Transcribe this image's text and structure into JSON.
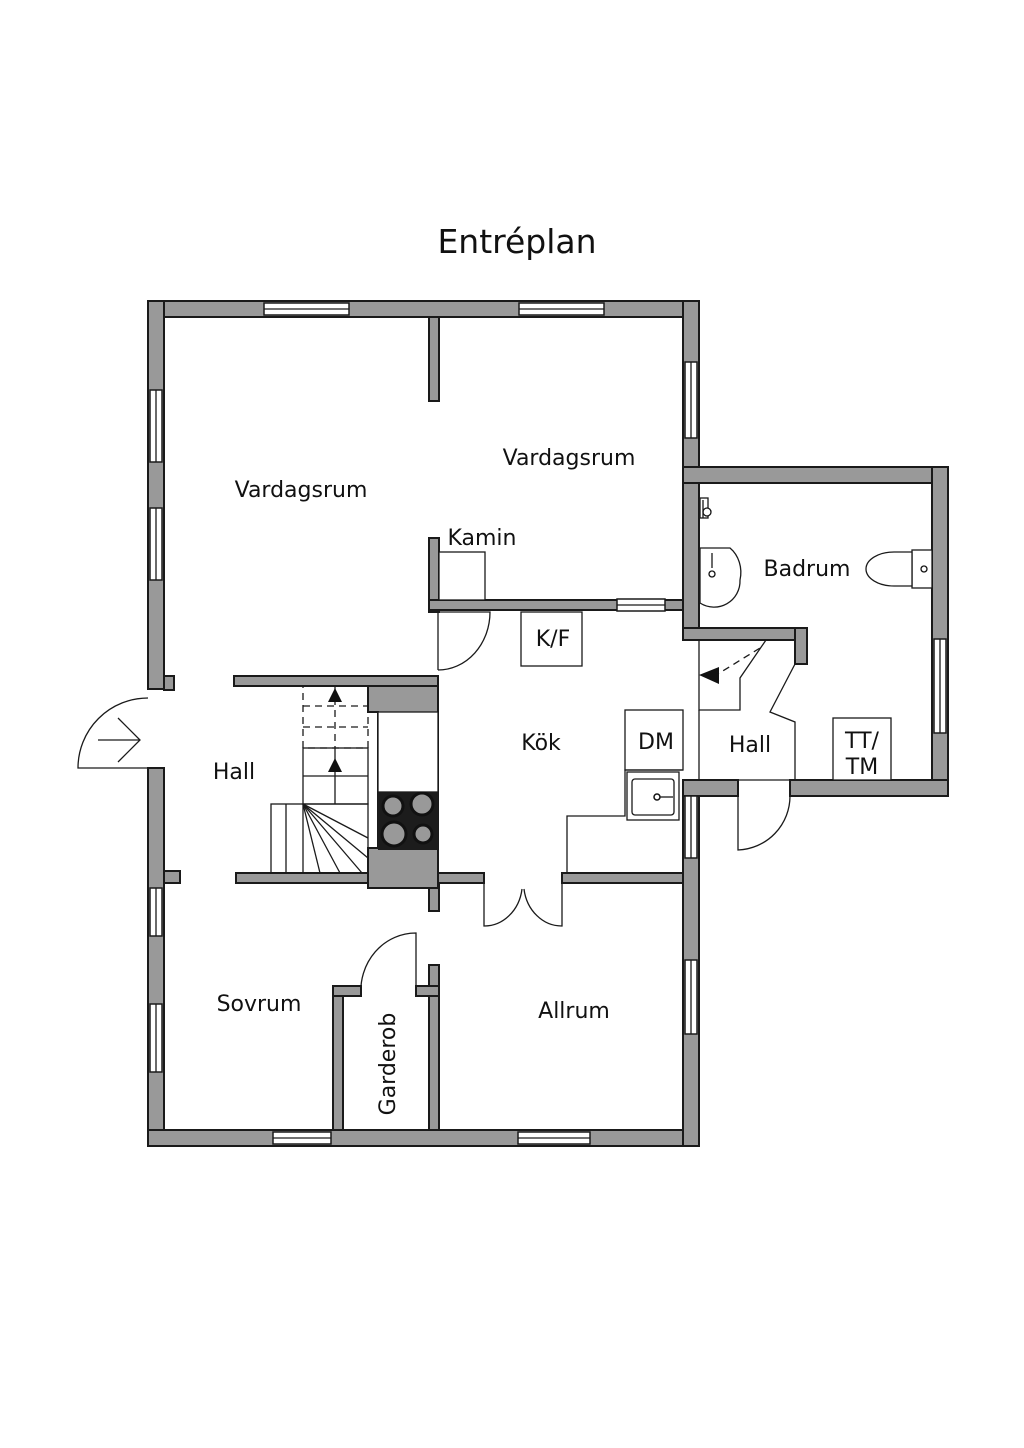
{
  "title": "Entréplan",
  "rooms": {
    "vardagsrum_left": "Vardagsrum",
    "vardagsrum_right": "Vardagsrum",
    "kamin": "Kamin",
    "badrum": "Badrum",
    "kf": "K/F",
    "kok": "Kök",
    "dm": "DM",
    "hall_right": "Hall",
    "tt": "TT/",
    "tm": "TM",
    "hall_left": "Hall",
    "sovrum": "Sovrum",
    "allrum": "Allrum",
    "garderob": "Garderob"
  }
}
